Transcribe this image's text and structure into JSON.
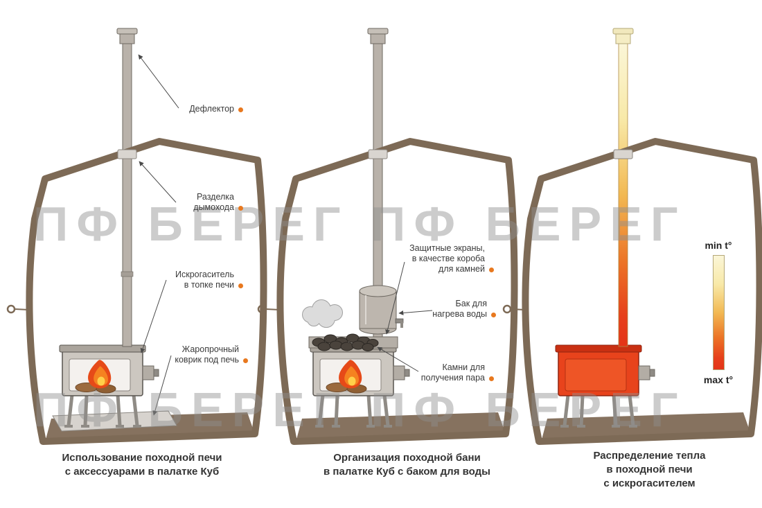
{
  "watermark": {
    "row1": "ПФ БЕРЕГ ПФ БЕРЕГ",
    "row2": "ПФ БЕРЕГ ПФ БЕРЕГ"
  },
  "panel1": {
    "labels": {
      "deflector": "Дефлектор",
      "flashing": "Разделка\nдымохода",
      "spark_arrester": "Искрогаситель\nв топке печи",
      "mat": "Жаропрочный\nковрик под печь"
    },
    "caption": "Использование походной печи\nс аксессуарами в палатке Куб"
  },
  "panel2": {
    "labels": {
      "screens": "Защитные экраны,\nв качестве короба\nдля камней",
      "tank": "Бак для\nнагрева воды",
      "stones": "Камни для\nполучения пара"
    },
    "caption": "Организация походной бани\nв палатке Куб с баком для воды"
  },
  "panel3": {
    "legend": {
      "min": "min t°",
      "max": "max t°"
    },
    "caption": "Распределение тепла\nв походной печи\nс искрогасителем"
  },
  "colors": {
    "accent_dot": "#e8781e",
    "tent_brown": "#7d6a56",
    "flame": "#f58220",
    "heat_min": "#fbf6d8",
    "heat_max": "#e43417"
  }
}
